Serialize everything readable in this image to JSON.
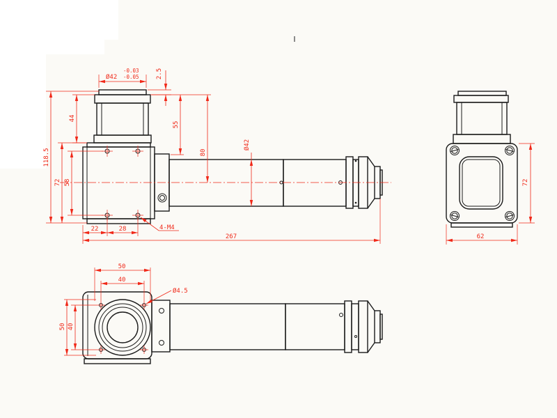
{
  "colors": {
    "background": "#fbfaf6",
    "paper_highlight": "#ffffff",
    "line": "#1a1a1a",
    "dimension": "#f02818"
  },
  "views": {
    "front": {
      "dims": {
        "lens_dia": "Ø42",
        "tol_upper": "-0.03",
        "tol_lower": "-0.05",
        "lip_height": "2.5",
        "mount_height": "44",
        "overall_height": "118.5",
        "body_height": "72",
        "hole_row_spacing": "58",
        "mount_to_tab": "55",
        "mount_to_axis": "80",
        "barrel_dia": "Ø42",
        "hole_edge_offset": "22",
        "hole_col_spacing": "28",
        "thread_callout": "4-M4",
        "overall_length": "267"
      }
    },
    "side": {
      "dims": {
        "flange_height": "72",
        "flange_width": "62"
      }
    },
    "bottom": {
      "dims": {
        "boss_dia_h": "50",
        "hole_span_h": "40",
        "hole_dia": "Ø4.5",
        "boss_dia_v": "50",
        "hole_span_v": "40"
      }
    }
  }
}
